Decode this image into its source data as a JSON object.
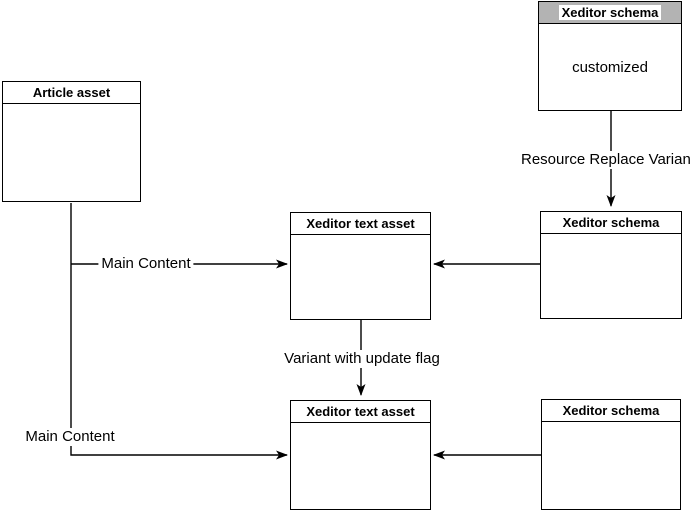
{
  "nodes": {
    "custom_schema": {
      "title": "Xeditor schema",
      "body": "customized"
    },
    "article_asset": {
      "title": "Article asset",
      "body": ""
    },
    "mid_text_asset": {
      "title": "Xeditor text asset",
      "body": ""
    },
    "mid_schema": {
      "title": "Xeditor schema",
      "body": ""
    },
    "bottom_text_asset": {
      "title": "Xeditor text asset",
      "body": ""
    },
    "bottom_schema": {
      "title": "Xeditor schema",
      "body": ""
    }
  },
  "edges": {
    "resource_replace_variant": {
      "label": "Resource Replace Variant"
    },
    "main_content_mid": {
      "label": "Main Content"
    },
    "variant_update_flag": {
      "label": "Variant with update flag"
    },
    "main_content_bottom": {
      "label": "Main Content"
    }
  },
  "colors": {
    "header_fill": "#b3b3b3",
    "line": "#000000",
    "box_border": "#000000",
    "canvas_bg": "#ffffff"
  }
}
